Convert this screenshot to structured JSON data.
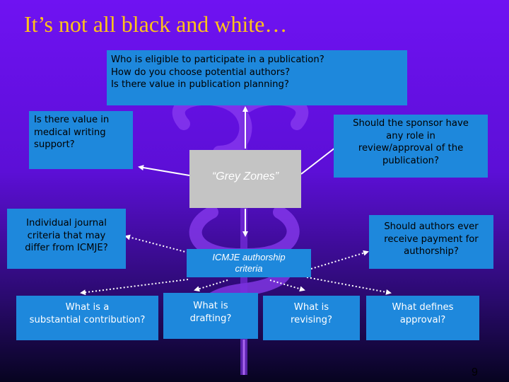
{
  "title": "It’s not all black and white…",
  "top_box": {
    "lines": "Who is eligible to participate in a publication?\nHow do you choose potential authors?\nIs there value in publication planning?"
  },
  "left_box": {
    "lines": "Is there value in\nmedical writing\nsupport?"
  },
  "right_box": {
    "lines": "Should the sponsor have\nany role in\nreview/approval of the\npublication?"
  },
  "grey_zones": {
    "label": "“Grey Zones”"
  },
  "left_mid_box": {
    "lines": "Individual journal\ncriteria that may\ndiffer from ICMJE?"
  },
  "right_mid_box": {
    "lines": "Should authors ever\nreceive payment for\nauthorship?"
  },
  "icmje_box": {
    "lines": "ICMJE authorship\ncriteria"
  },
  "bottom_boxes": [
    {
      "lines": "What is a\nsubstantial contribution?"
    },
    {
      "lines": "What is\ndrafting?"
    },
    {
      "lines": "What is\nrevising?"
    },
    {
      "lines": "What defines\napproval?"
    }
  ],
  "page_number": "9",
  "colors": {
    "title": "#ffc21a",
    "box": "#1e88dc",
    "grey_box": "#c4c4c4",
    "background_top": "#6f12f2",
    "background_bottom": "#070420"
  },
  "icons": {
    "watermark": "caduceus-icon"
  }
}
